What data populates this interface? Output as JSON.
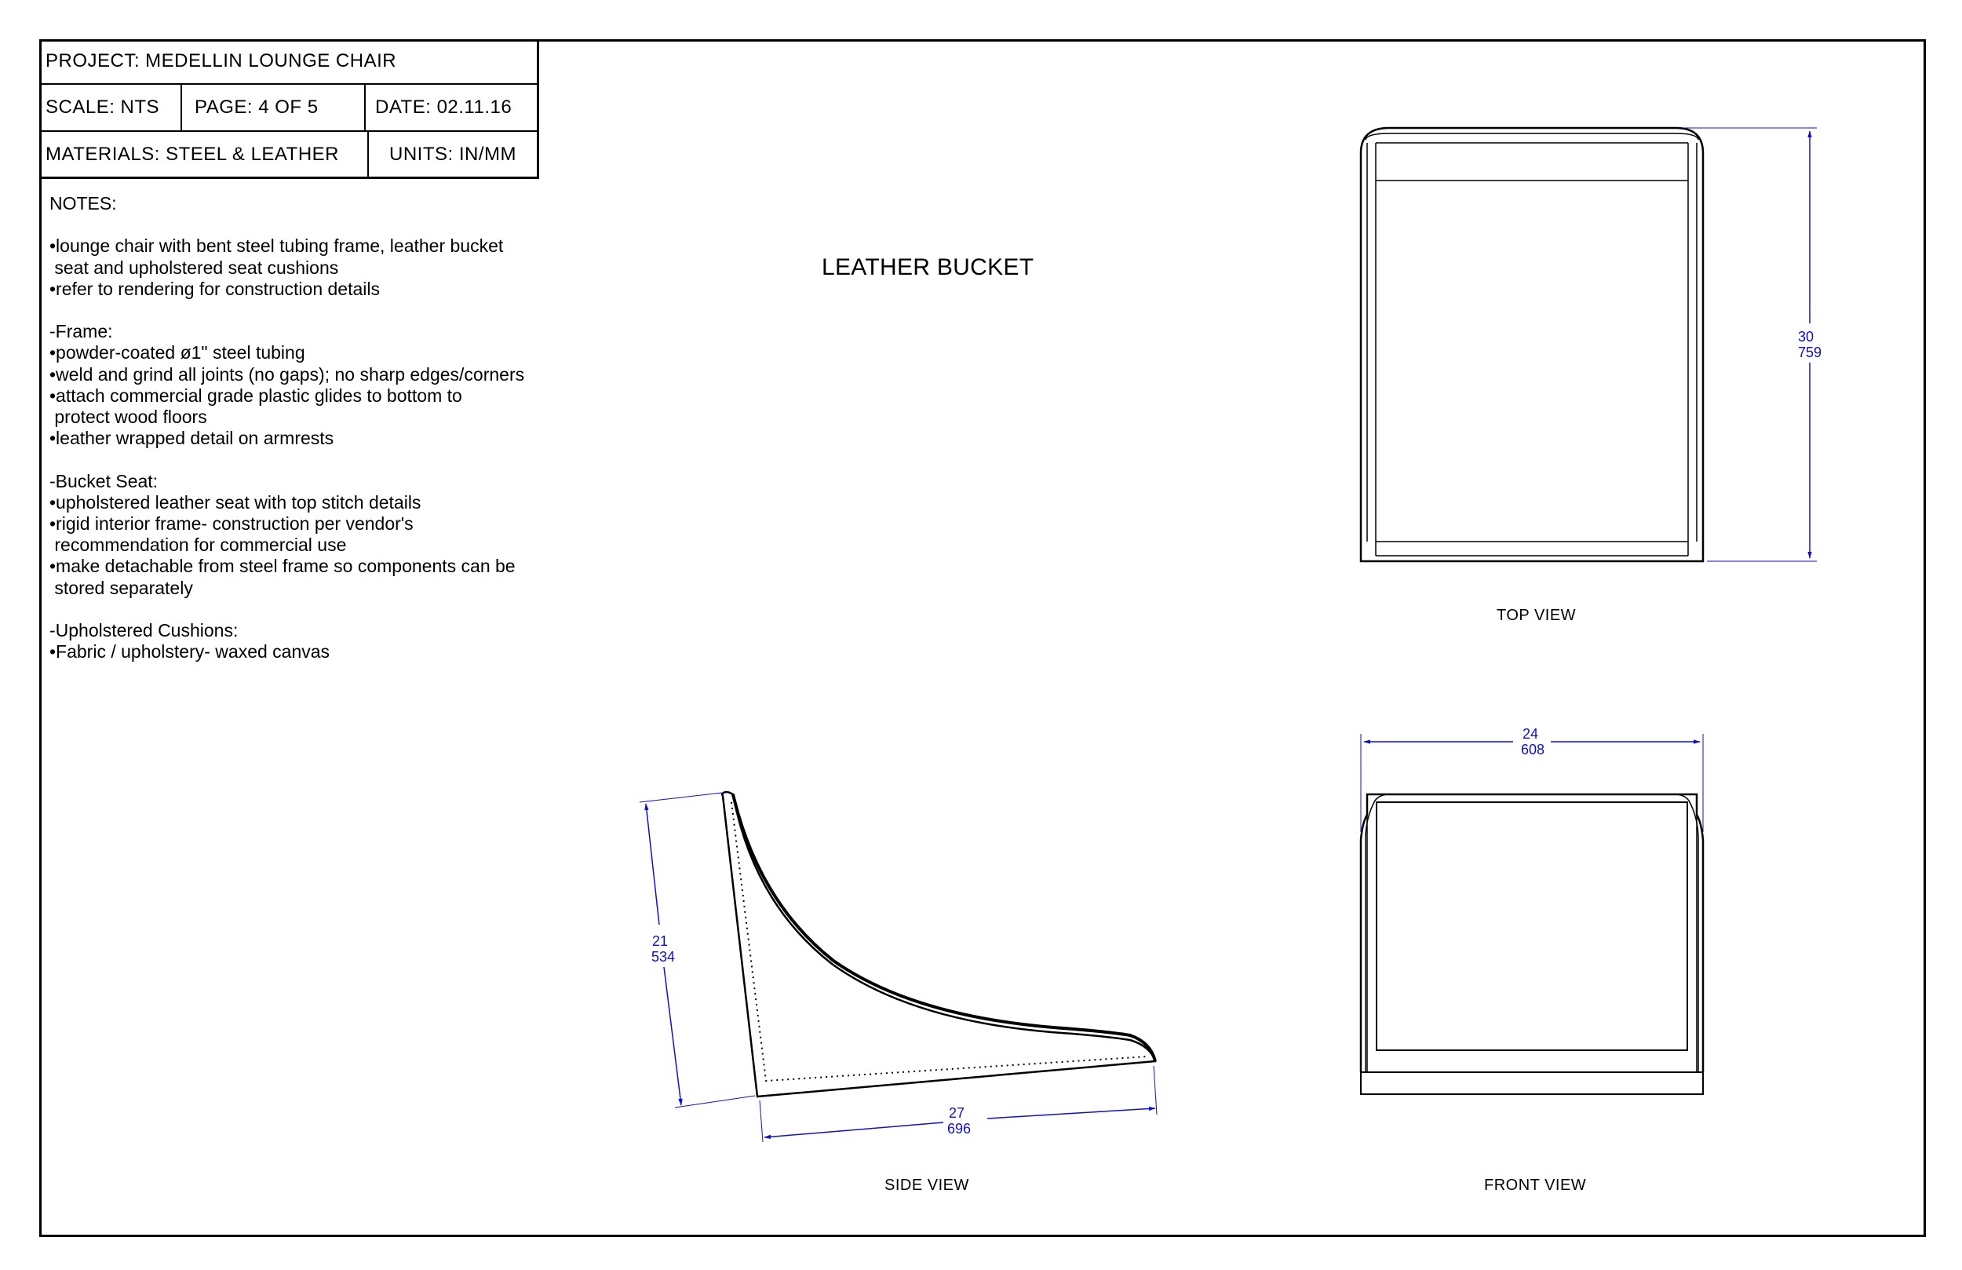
{
  "title_block": {
    "project": "PROJECT: MEDELLIN LOUNGE CHAIR",
    "scale": "SCALE: NTS",
    "page": "PAGE: 4 OF 5",
    "date": "DATE: 02.11.16",
    "materials": "MATERIALS: STEEL & LEATHER",
    "units": "UNITS: IN/MM"
  },
  "notes": {
    "heading": "NOTES:",
    "lines_general": [
      "•lounge chair with bent steel tubing frame, leather bucket",
      " seat and upholstered seat cushions",
      "•refer to rendering for construction details"
    ],
    "lines_frame": [
      "-Frame:",
      "•powder-coated ø1\" steel tubing",
      "•weld and grind all joints (no gaps); no sharp edges/corners",
      "•attach commercial grade plastic glides to bottom to",
      " protect wood floors",
      "•leather wrapped detail on armrests"
    ],
    "lines_bucket": [
      "-Bucket Seat:",
      "•upholstered leather seat with top stitch details",
      "•rigid interior frame- construction per vendor's",
      " recommendation for commercial use",
      "•make detachable from steel frame so components can be",
      " stored separately"
    ],
    "lines_cushions": [
      "-Upholstered Cushions:",
      "•Fabric / upholstery- waxed canvas"
    ]
  },
  "drawing": {
    "heading": "LEATHER BUCKET",
    "views": {
      "top": "TOP VIEW",
      "side": "SIDE VIEW",
      "front": "FRONT VIEW"
    },
    "dimensions": {
      "top_depth_in": "30",
      "top_depth_mm": "759",
      "front_width_in": "24",
      "front_width_mm": "608",
      "side_height_in": "21",
      "side_height_mm": "534",
      "side_length_in": "27",
      "side_length_mm": "696"
    },
    "colors": {
      "line": "#000000",
      "dimension": "#1010c8"
    }
  }
}
